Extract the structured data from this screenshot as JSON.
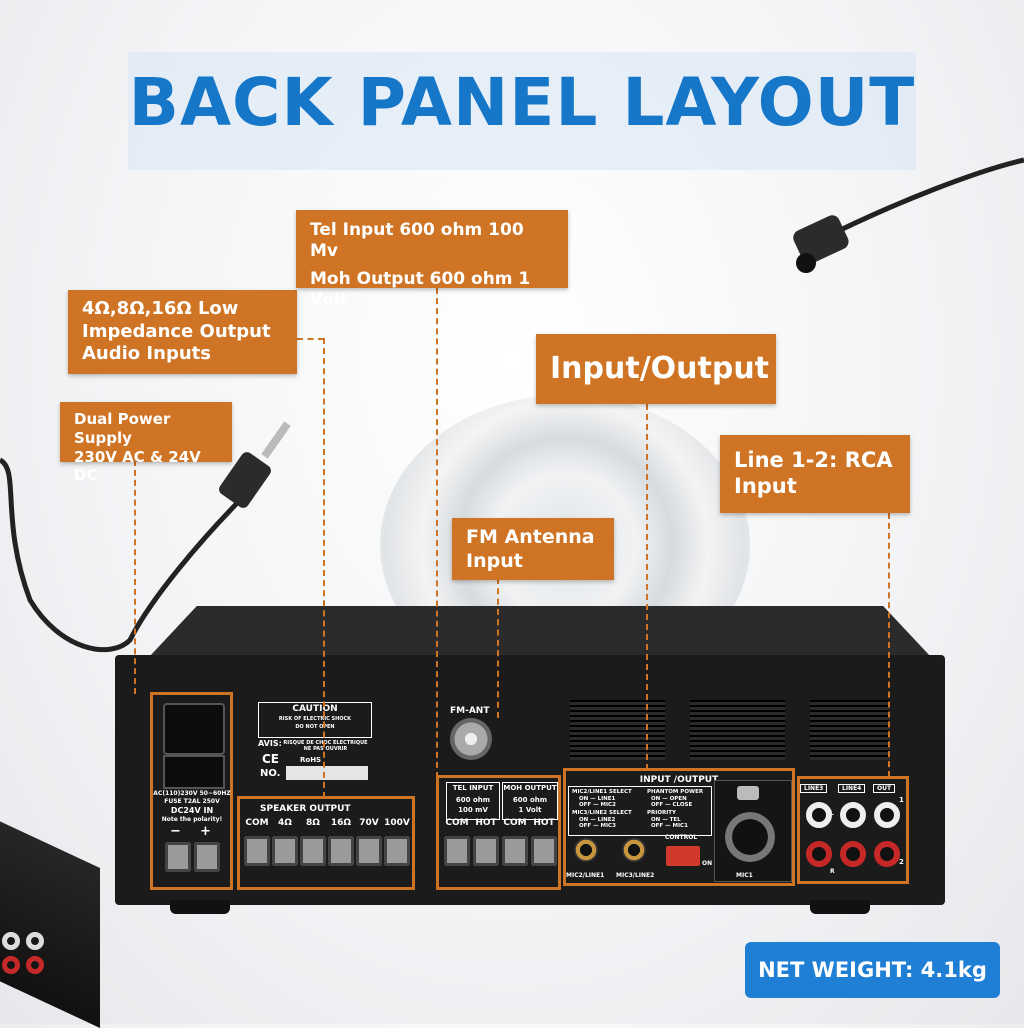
{
  "title": "BACK PANEL LAYOUT",
  "callouts": {
    "power": {
      "line1": "Dual Power Supply",
      "line2": "230V AC & 24V DC"
    },
    "speaker": {
      "line1": "4Ω,8Ω,16Ω Low",
      "line2": "Impedance Output",
      "line3": "Audio Inputs"
    },
    "tel": {
      "line1": "Tel Input 600 ohm 100 Mv",
      "line2": "Moh Output 600 ohm 1 Volt"
    },
    "io": {
      "label": "Input/Output"
    },
    "line": {
      "line1": "Line 1-2: RCA",
      "line2": "Input"
    },
    "fm": {
      "line1": "FM Antenna",
      "line2": "Input"
    }
  },
  "net_weight": "NET WEIGHT: 4.1kg",
  "panel": {
    "caution": "CAUTION",
    "caution_sub1": "RISK OF ELECTRIC SHOCK",
    "caution_sub2": "DO NOT OPEN",
    "avis": "AVIS:",
    "avis_text": "RISQUE DE CHOC ELECTRIQUE NE PAS OUVRIR",
    "no_label": "NO.",
    "ce": "CE",
    "rohs": "RoHS",
    "ac_label": "AC(110)230V 50~60HZ",
    "fuse": "FUSE T2AL 250V",
    "dc_in": "DC24V IN",
    "polarity": "Note the polarity!",
    "minus": "−",
    "plus": "+",
    "speaker_output": "SPEAKER OUTPUT",
    "speaker_terms": [
      "COM",
      "4Ω",
      "8Ω",
      "16Ω",
      "70V",
      "100V"
    ],
    "fm_ant": "FM-ANT",
    "tel_input": "TEL INPUT",
    "tel_spec1": "600 ohm",
    "tel_spec2": "100 mV",
    "moh_output": "MOH OUTPUT",
    "moh_spec1": "600 ohm",
    "moh_spec2": "1 Volt",
    "tel_terms": [
      "COM",
      "HOT",
      "COM",
      "HOT"
    ],
    "io_title": "INPUT /OUTPUT",
    "sel1": "MIC2/LINE1 SELECT",
    "sel1a": "ON — LINE1",
    "sel1b": "OFF — MIC2",
    "sel2": "MIC3/LINE2 SELECT",
    "sel2a": "ON — LINE2",
    "sel2b": "OFF — MIC3",
    "phantom": "PHANTOM POWER",
    "phantom_a": "ON — OPEN",
    "phantom_b": "OFF — CLOSE",
    "priority": "PRIORITY",
    "priority_a": "ON — TEL",
    "priority_b": "OFF — MIC1",
    "control": "CONTROL",
    "dip_on": "ON",
    "mic2_line1": "MIC2/LINE1",
    "mic3_line2": "MIC3/LINE2",
    "mic1": "MIC1",
    "line3": "LINE3",
    "line4": "LINE4",
    "out": "OUT",
    "ch_l": "L",
    "ch_r": "R",
    "out1": "1",
    "out2": "2"
  },
  "colors": {
    "accent": "#cf7424",
    "title": "#1677c9",
    "badge": "#1f7fd4"
  }
}
